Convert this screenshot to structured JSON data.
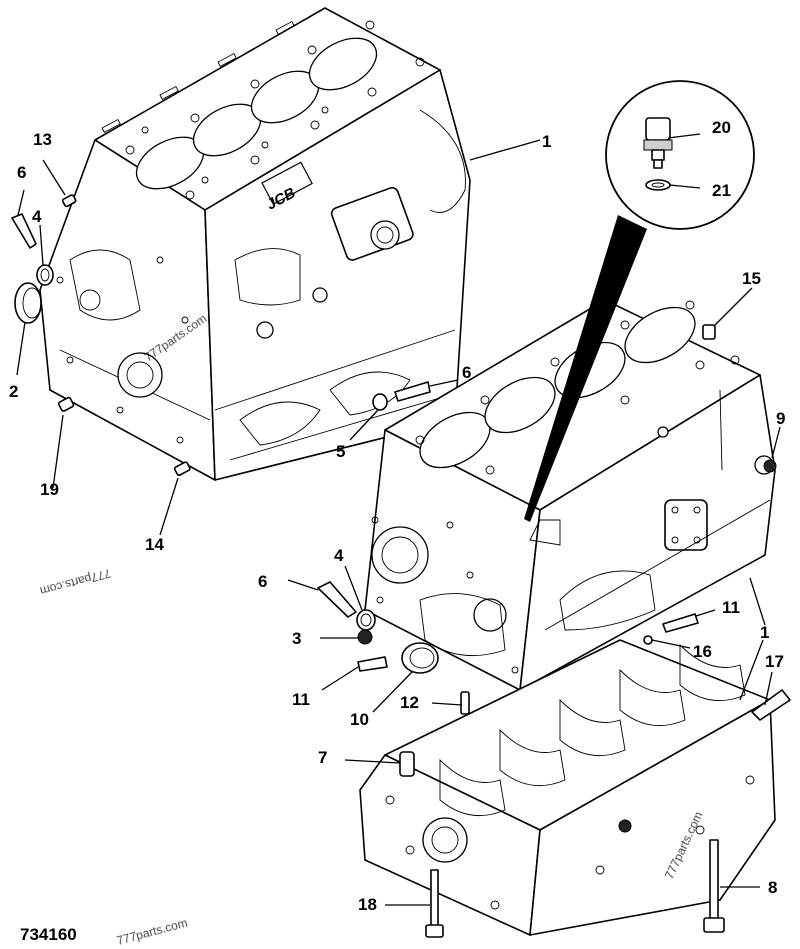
{
  "figure_number": "734160",
  "watermarks": [
    "777parts.com",
    "777parts.com",
    "777parts.com",
    "777parts.com"
  ],
  "callouts": {
    "c1a": "1",
    "c1b": "1",
    "c1c": "1",
    "c2": "2",
    "c3": "3",
    "c4a": "4",
    "c4b": "4",
    "c5": "5",
    "c6a": "6",
    "c6b": "6",
    "c6c": "6",
    "c7": "7",
    "c8": "8",
    "c9": "9",
    "c10": "10",
    "c11a": "11",
    "c11b": "11",
    "c12": "12",
    "c13": "13",
    "c14": "14",
    "c15": "15",
    "c16": "16",
    "c17": "17",
    "c18": "18",
    "c19": "19",
    "c20": "20",
    "c21": "21"
  },
  "logo_text": "JCB"
}
